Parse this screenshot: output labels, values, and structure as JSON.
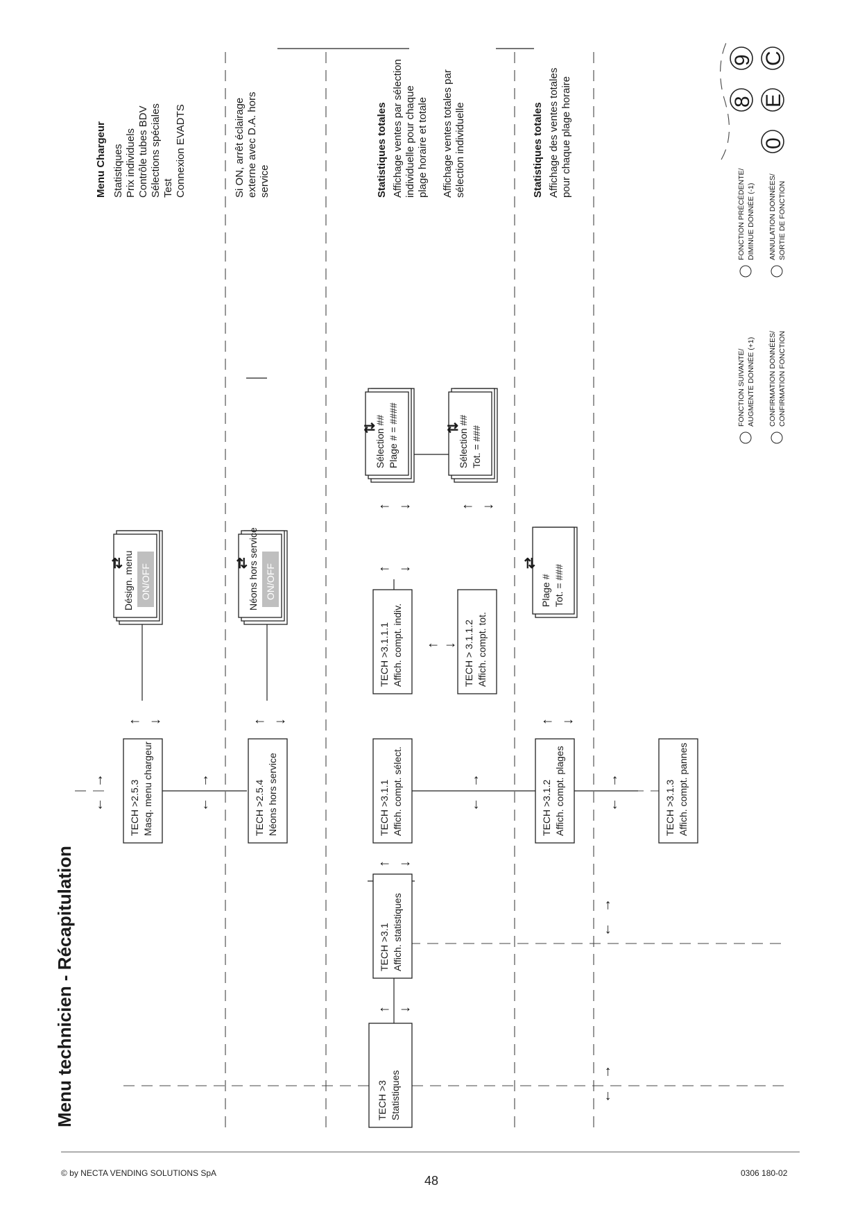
{
  "page": {
    "title": "Menu technicien - Récapitulation",
    "copyright": "© by NECTA VENDING SOLUTIONS SpA",
    "page_number": "48",
    "doc_code": "0306 180-02"
  },
  "boxes": {
    "tech_2_5_3": [
      "TECH >2.5.3",
      "Masq. menu chargeur"
    ],
    "design_menu": [
      "Désign. menu",
      "ON/OFF"
    ],
    "tech_2_5_4": [
      "TECH >2.5.4",
      "Néons hors service"
    ],
    "neons_hs": [
      "Néons hors service",
      "ON/OFF"
    ],
    "tech_3": [
      "TECH >3",
      "Statistiques"
    ],
    "tech_3_1": [
      "TECH >3.1",
      "Affich. statistiques"
    ],
    "tech_3_1_1": [
      "TECH >3.1.1",
      "Affich. compt. sélect."
    ],
    "tech_3_1_1_1": [
      "TECH >3.1.1.1",
      "Affich. compt. indiv."
    ],
    "sel_plage": [
      "Sélection ##",
      "Plage  # = ####"
    ],
    "tech_3_1_1_2": [
      "TECH > 3.1.1.2",
      "Affich. compt. tot."
    ],
    "sel_tot": [
      "Sélection ##",
      "Tot. = ###"
    ],
    "tech_3_1_2": [
      "TECH >3.1.2",
      "Affich. compt. plages"
    ],
    "plage_tot": [
      "Plage #",
      "Tot. = ###"
    ],
    "tech_3_1_3": [
      "TECH >3.1.3",
      "Affich. compt. pannes"
    ]
  },
  "notes": {
    "menu_chargeur": {
      "heading": "Menu Chargeur",
      "lines": [
        "Statistiques",
        "Prix individuels",
        "Contrôle tubes BDV",
        "Sélections spéciales",
        "Test",
        "Connexion EVADTS"
      ]
    },
    "neons": [
      "Si ON, arrêt éclairage",
      "externe avec D.A. hors",
      "service"
    ],
    "stats_totales_1": {
      "heading": "Statistiques totales",
      "lines": [
        "Affichage ventes par sélection",
        "individuelle pour chaque",
        "plage horaire et totale",
        "",
        "Affichage ventes totales par",
        "sélection individuelle"
      ]
    },
    "stats_totales_2": {
      "heading": "Statistiques totales",
      "lines": [
        "Affichage des ventes totales",
        "pour chaque plage horaire"
      ]
    }
  },
  "legend": {
    "next": [
      "FONCTION SUIVANTE/",
      "AUGMENTE DONNÉE (+1)"
    ],
    "prev": [
      "FONCTION PRÉCÉDENTE/",
      "DIMINUE DONNÉE (-1)"
    ],
    "confirm": [
      "CONFIRMATION DONNÉES/",
      "CONFIRMATION FONCTION"
    ],
    "cancel": [
      "ANNULATION DONNÉES/",
      "SORTIE DE FONCTION"
    ],
    "key_glyphs": [
      "0",
      "E",
      "C",
      "8",
      "9"
    ],
    "key_icons": [
      "key-0-icon",
      "key-e-icon",
      "key-c-icon",
      "key-8-icon",
      "key-9-icon"
    ]
  }
}
